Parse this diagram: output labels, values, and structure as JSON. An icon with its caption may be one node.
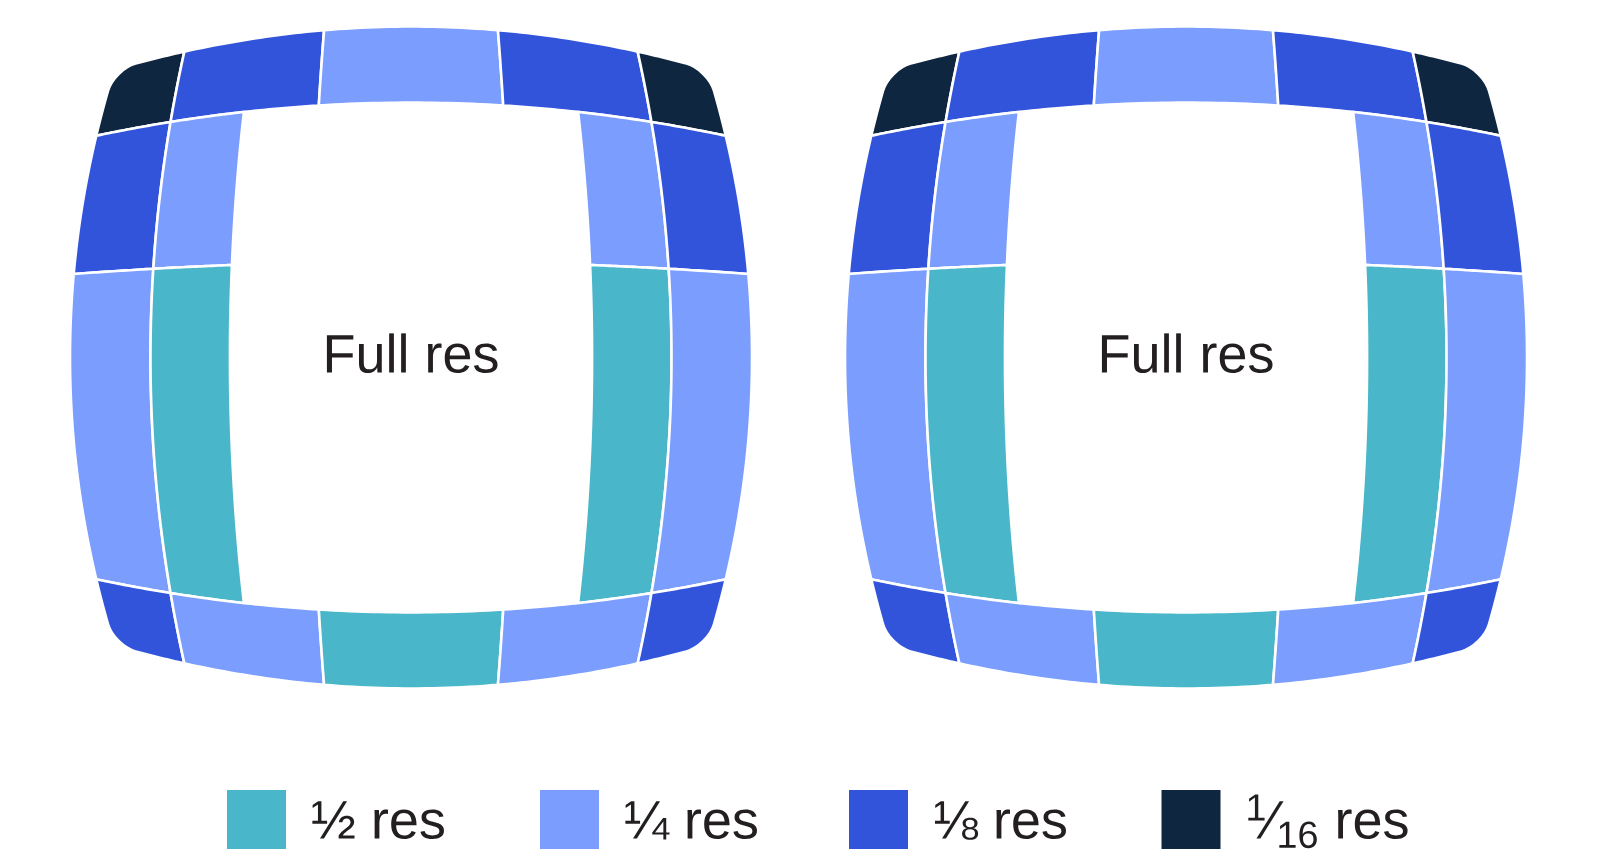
{
  "diagram": {
    "nodes": [
      {
        "text": [],
        "shape": "box"
      },
      {
        "text": [],
        "shape": "box"
      },
      {
        "text": [],
        "shape": "box"
      },
      {
        "text": [],
        "shape": "box"
      },
      {
        "text": [],
        "shape": "box"
      },
      {
        "text": [],
        "shape": "box"
      },
      {
        "text": [],
        "shape": "box"
      },
      {
        "text": [],
        "shape": "box"
      },
      {
        "text": [],
        "shape": "box"
      },
      {
        "text": [],
        "shape": "box"
      },
      {
        "text": [],
        "shape": "box"
      },
      {
        "text": [],
        "shape": "box"
      },
      {
        "text": [],
        "shape": "box"
      },
      {
        "text": [],
        "shape": "box"
      },
      {
        "text": [],
        "shape": "box"
      },
      {
        "text": [],
        "shape": "box"
      },
      {
        "text": [],
        "shape": "box"
      },
      {
        "text": [],
        "shape": "box"
      },
      {
        "text": [],
        "shape": "box"
      },
      {
        "text": [],
        "shape": "box"
      },
      {
        "text": [],
        "shape": "box"
      },
      {
        "text": [],
        "shape": "box"
      },
      {
        "text": [],
        "shape": "box"
      },
      {
        "text": [],
        "shape": "box"
      },
      {
        "text": [],
        "shape": "box"
      },
      {
        "text": [],
        "shape": "box"
      },
      {
        "text": [],
        "shape": "box"
      },
      {
        "text": [],
        "shape": "box"
      },
      {
        "text": [],
        "shape": "box"
      },
      {
        "text": [],
        "shape": "box"
      },
      {
        "text": [],
        "shape": "box"
      },
      {
        "text": [],
        "shape": "box"
      },
      {
        "text": [],
        "shape": "box"
      },
      {
        "text": [],
        "shape": "box"
      },
      {
        "text": [],
        "shape": "box"
      },
      {
        "text": [],
        "shape": "box"
      }
    ],
    "labels": [
      "Full res",
      "Full res"
    ],
    "legend": [
      {
        "text": "½ res",
        "color": "#49b6c9"
      },
      {
        "text": "¼ res",
        "color": "#7b9dfe"
      },
      {
        "text": "⅛ res",
        "color": "#3254db"
      },
      {
        "text": "$^{1}$⁄$_{16}$ res",
        "color": "#0e2640"
      }
    ]
  }
}
